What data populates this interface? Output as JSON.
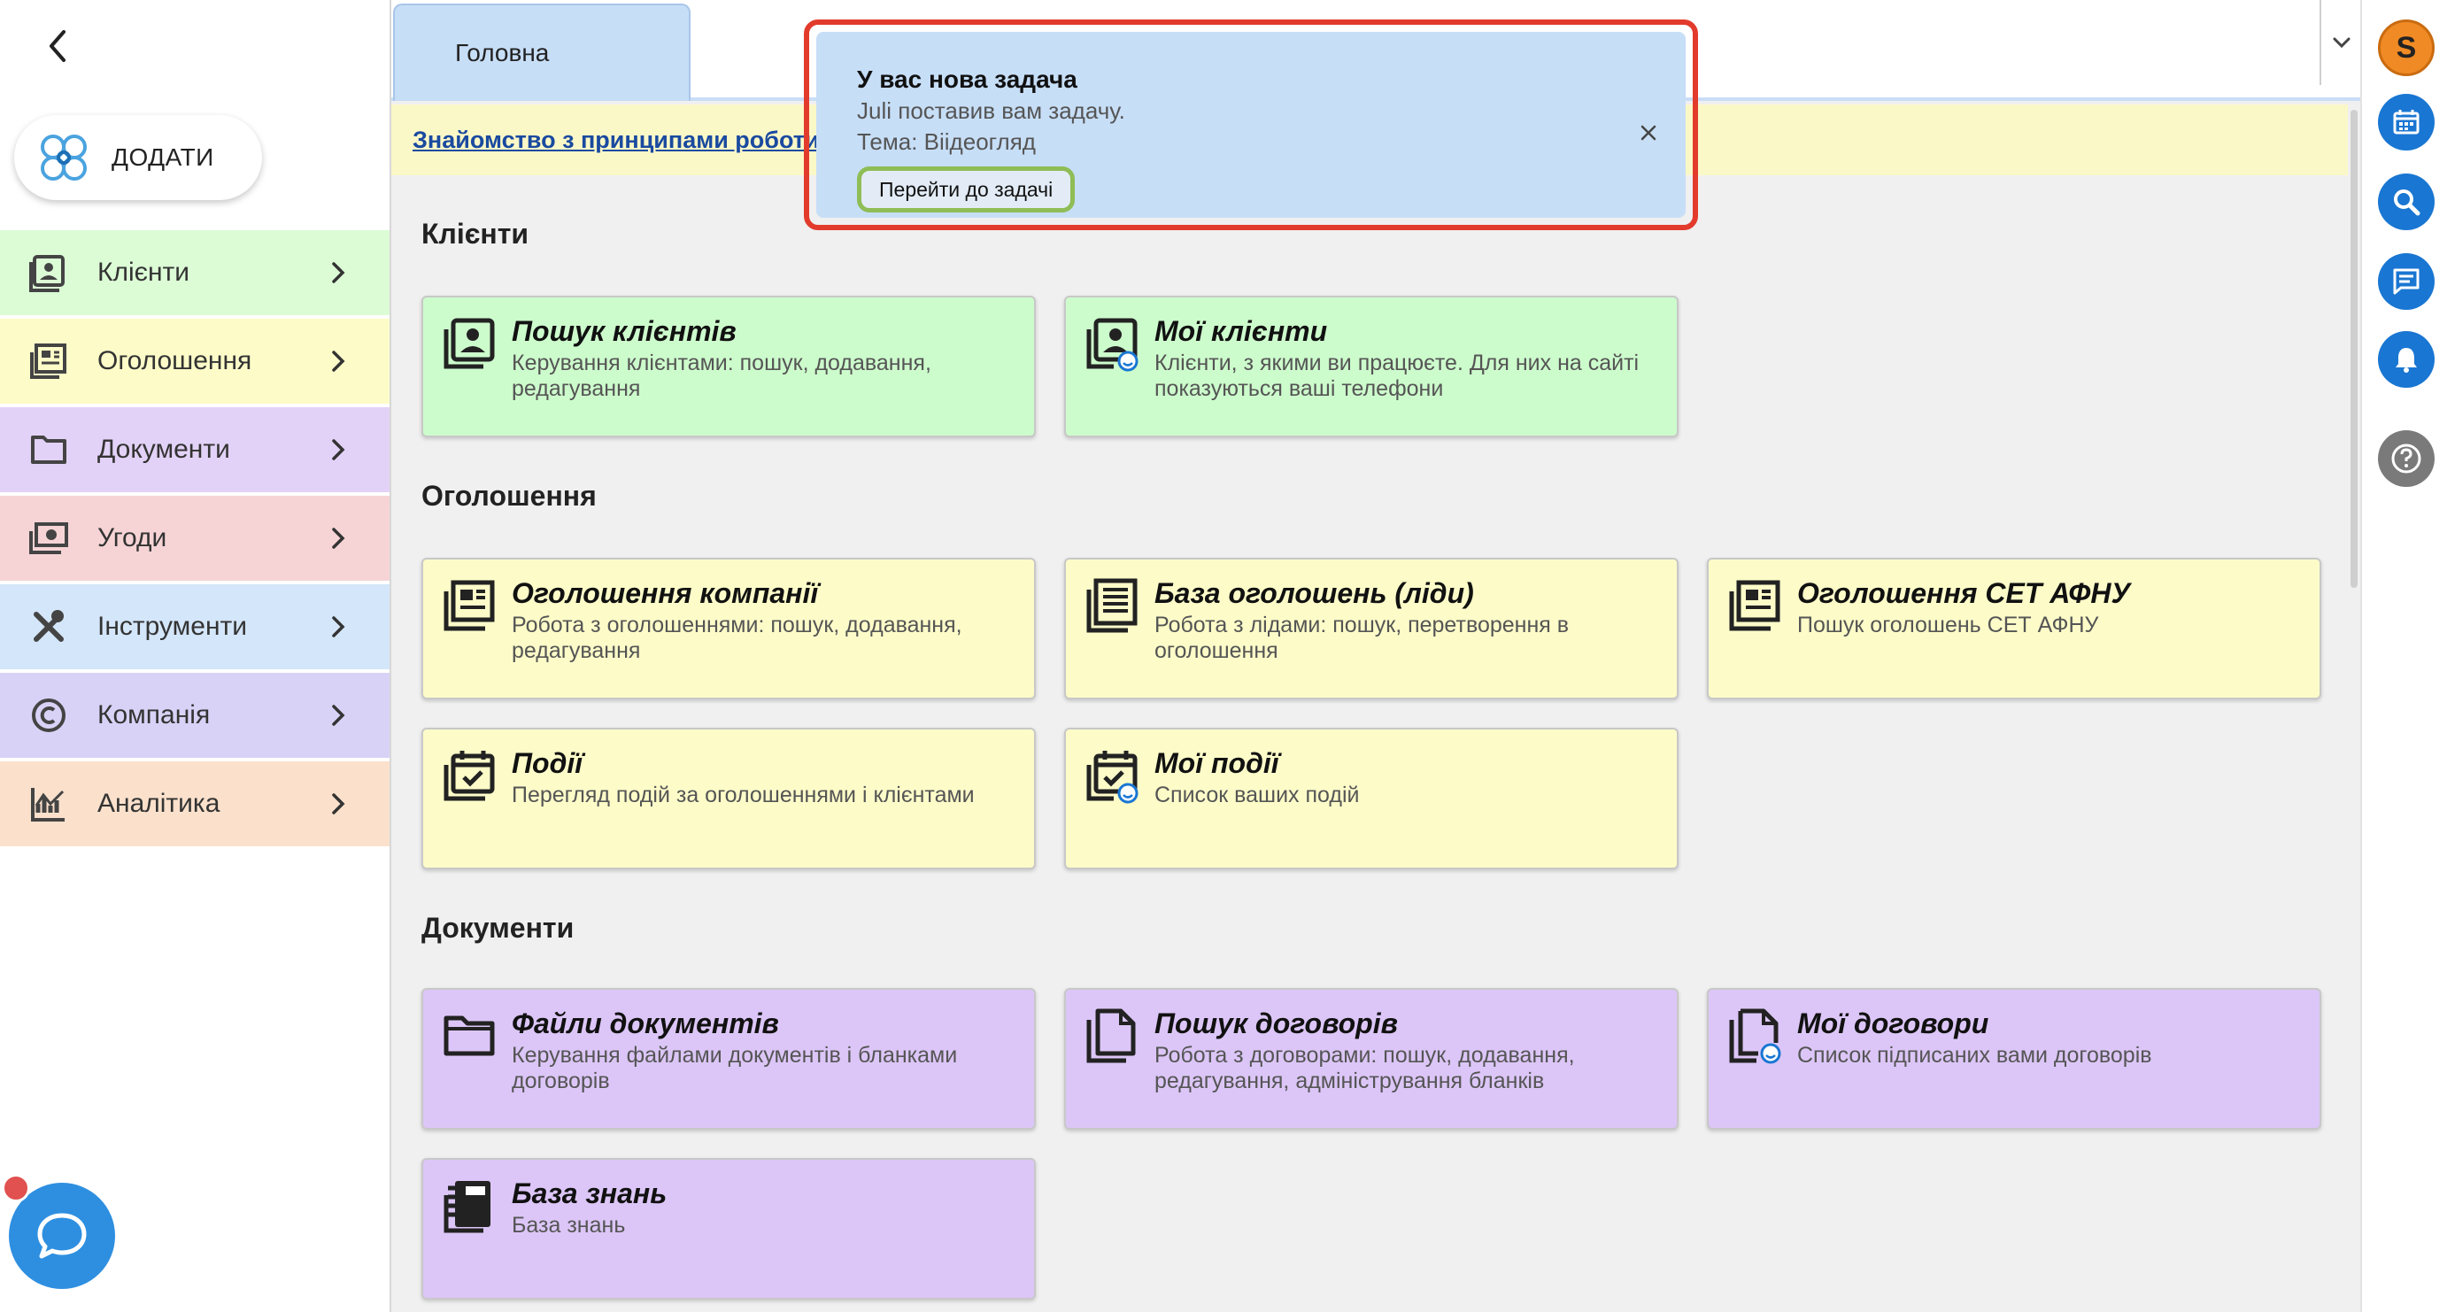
{
  "sidebar": {
    "add_label": "ДОДАТИ",
    "items": [
      {
        "label": "Клієнти",
        "icon": "client-card-icon",
        "color": "#dcfcd6"
      },
      {
        "label": "Оголошення",
        "icon": "newspaper-icon",
        "color": "#fdfcc9"
      },
      {
        "label": "Документи",
        "icon": "folder-icon",
        "color": "#e3d2f7"
      },
      {
        "label": "Угоди",
        "icon": "money-icon",
        "color": "#f6d4d6"
      },
      {
        "label": "Інструменти",
        "icon": "tools-icon",
        "color": "#d4e6f9"
      },
      {
        "label": "Компанія",
        "icon": "copyright-icon",
        "color": "#d9d2f7"
      },
      {
        "label": "Аналітика",
        "icon": "analytics-icon",
        "color": "#fbe1cc"
      }
    ]
  },
  "tabs": {
    "home": "Головна"
  },
  "info_link": "Знайомство з принципами роботи",
  "sections": {
    "clients": {
      "title": "Клієнти",
      "cards": [
        {
          "title": "Пошук клієнтів",
          "desc": "Керування клієнтами: пошук, додавання, редагування"
        },
        {
          "title": "Мої клієнти",
          "desc": "Клієнти, з якими ви працюєте. Для них на сайті показуються ваші телефони"
        }
      ]
    },
    "ads": {
      "title": "Оголошення",
      "cards": [
        {
          "title": "Оголошення компанії",
          "desc": "Робота з оголошеннями: пошук, додавання, редагування"
        },
        {
          "title": "База оголошень (ліди)",
          "desc": "Робота з лідами: пошук, перетворення в оголошення"
        },
        {
          "title": "Оголошення СЕТ АФНУ",
          "desc": "Пошук оголошень СЕТ АФНУ"
        },
        {
          "title": "Події",
          "desc": "Перегляд подій за оголошеннями і клієнтами"
        },
        {
          "title": "Мої події",
          "desc": "Список ваших подій"
        }
      ]
    },
    "docs": {
      "title": "Документи",
      "cards": [
        {
          "title": "Файли документів",
          "desc": "Керування файлами документів і бланками договорів"
        },
        {
          "title": "Пошук договорів",
          "desc": "Робота з договорами: пошук, додавання, редагування, адміністрування бланків"
        },
        {
          "title": "Мої договори",
          "desc": "Список підписаних вами договорів"
        },
        {
          "title": "База знань",
          "desc": "База знань"
        }
      ]
    }
  },
  "notification": {
    "title": "У вас нова задача",
    "line1": "Juli поставив вам задачу.",
    "line2": "Тема: Віідеогляд",
    "action": "Перейти до задачі"
  },
  "rail": {
    "avatar_letter": "S",
    "avatar_color": "#f08a24",
    "accent": "#1976d2"
  }
}
